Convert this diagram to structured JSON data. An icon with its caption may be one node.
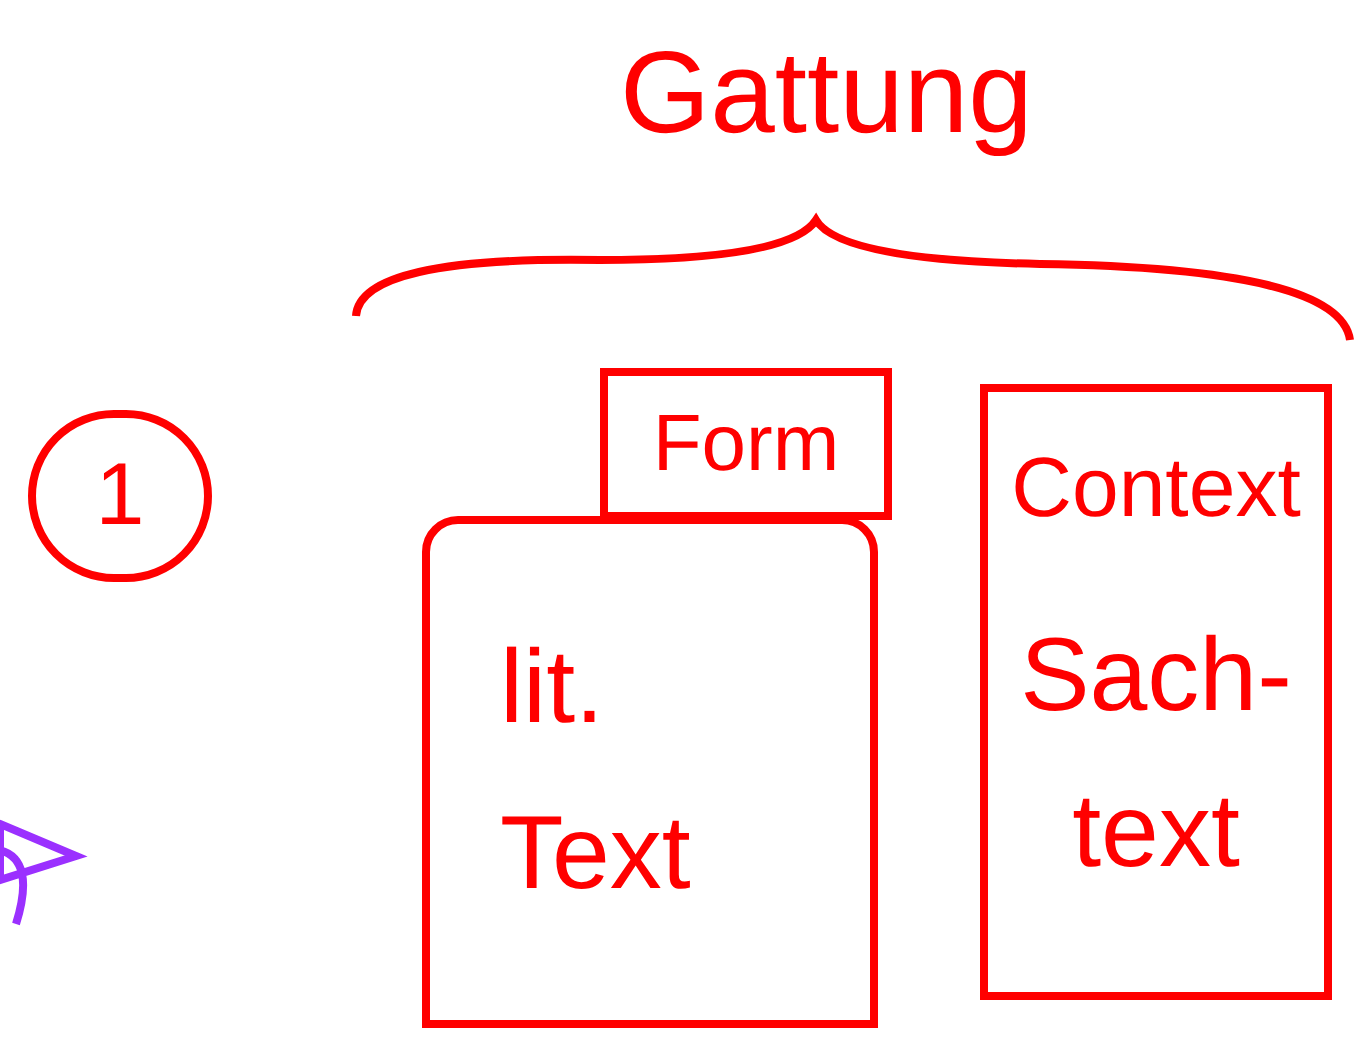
{
  "diagram": {
    "title": "Gattung",
    "nodes": [
      {
        "text": [
          "1"
        ]
      },
      {
        "text": [
          "Form"
        ]
      },
      {
        "text": [
          "lit. Text"
        ]
      },
      {
        "text": [
          "Context",
          "Sach- text"
        ]
      }
    ],
    "edges": []
  }
}
